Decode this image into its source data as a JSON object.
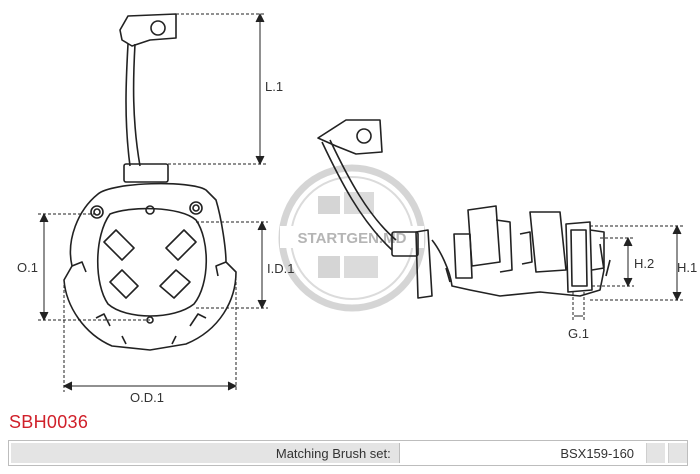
{
  "watermark": "STARTGEN.MD",
  "dimensions": {
    "l1": "L.1",
    "o1": "O.1",
    "id1": "I.D.1",
    "od1": "O.D.1",
    "h1": "H.1",
    "h2": "H.2",
    "g1": "G.1"
  },
  "product_code": "SBH0036",
  "spec": {
    "label": "Matching Brush set:",
    "value": "BSX159-160"
  }
}
